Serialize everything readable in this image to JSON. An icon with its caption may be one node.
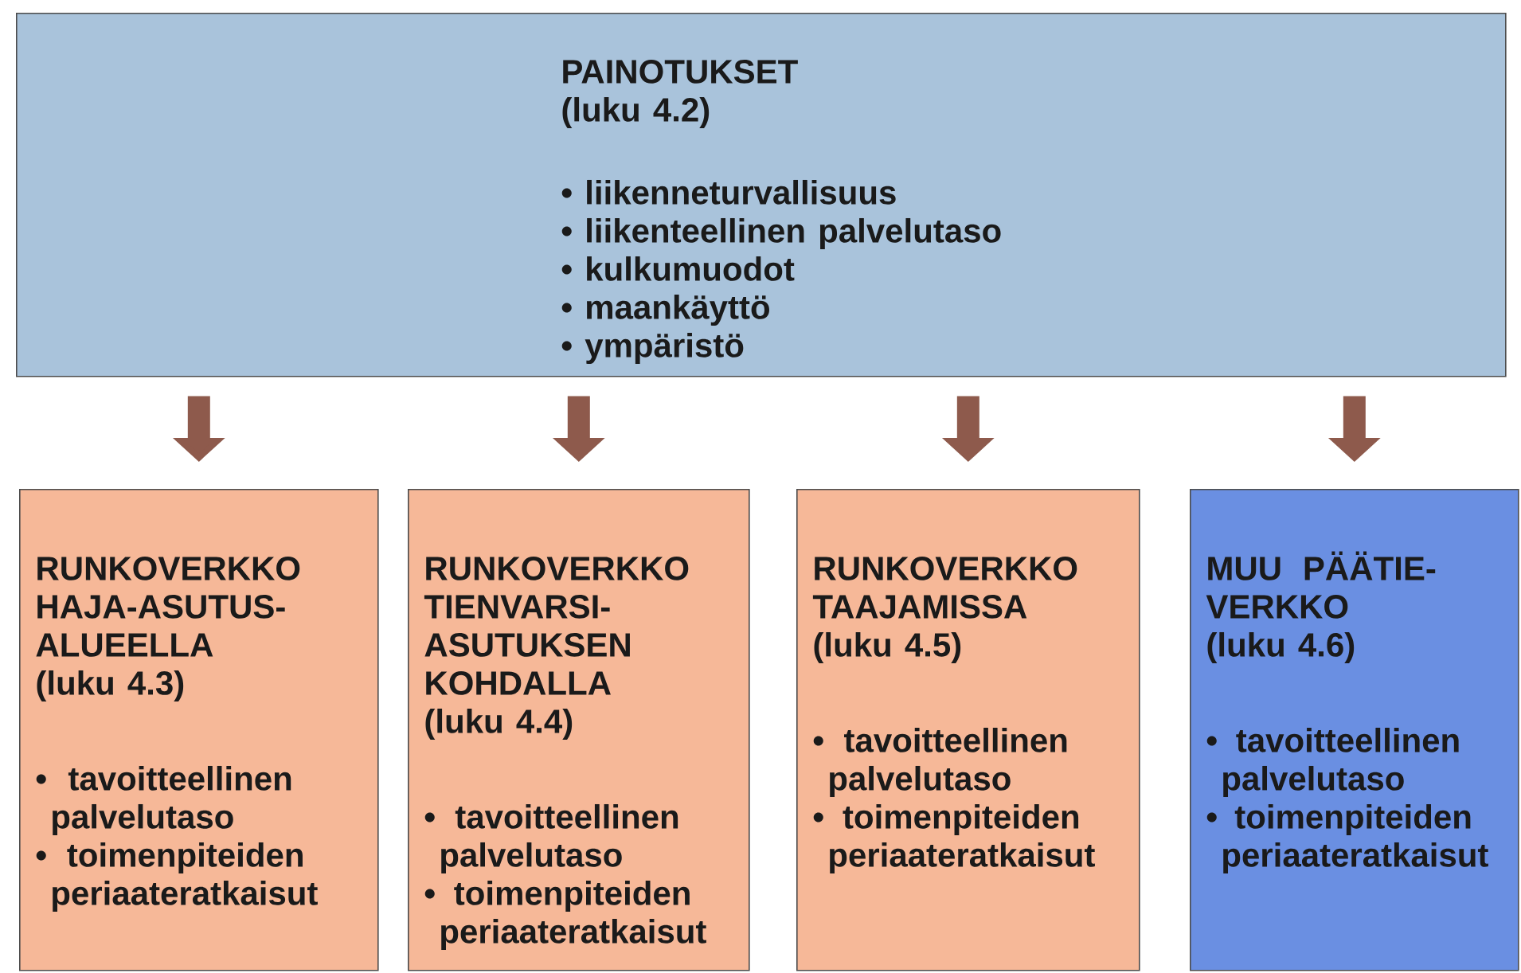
{
  "diagram": {
    "nodes": [
      {
        "text": [
          "PAINOTUKSET",
          "(luku 4.2)",
          "• liikenneturvallisuus",
          "• liikenteellinen palvelutaso",
          "• kulkumuodot",
          "• maankäyttö",
          "• ympäristö"
        ]
      },
      {
        "text": [
          "RUNKOVERKKO HAJA-ASUTUS-ALUEELLA",
          "(luku 4.3)",
          "• tavoitteellinen palvelutaso",
          "• toimenpiteiden periaateratkaisut"
        ]
      },
      {
        "text": [
          "RUNKOVERKKO TIENVARSI-ASUTUKSEN KOHDALLA",
          "(luku 4.4)",
          "• tavoitteellinen palvelutaso",
          "• toimenpiteiden periaateratkaisut"
        ]
      },
      {
        "text": [
          "RUNKOVERKKO TAAJAMISSA",
          "(luku 4.5)",
          "• tavoitteellinen palvelutaso",
          "• toimenpiteiden periaateratkaisut"
        ]
      },
      {
        "text": [
          "MUU PÄÄTIE-VERKKO",
          "(luku 4.6)",
          "• tavoitteellinen palvelutaso",
          "• toimenpiteiden periaateratkaisut"
        ]
      }
    ],
    "edges": [
      {
        "from": 0,
        "to": 1,
        "arrow": "to"
      },
      {
        "from": 0,
        "to": 2,
        "arrow": "to"
      },
      {
        "from": 0,
        "to": 3,
        "arrow": "to"
      },
      {
        "from": 0,
        "to": 4,
        "arrow": "to"
      }
    ]
  }
}
